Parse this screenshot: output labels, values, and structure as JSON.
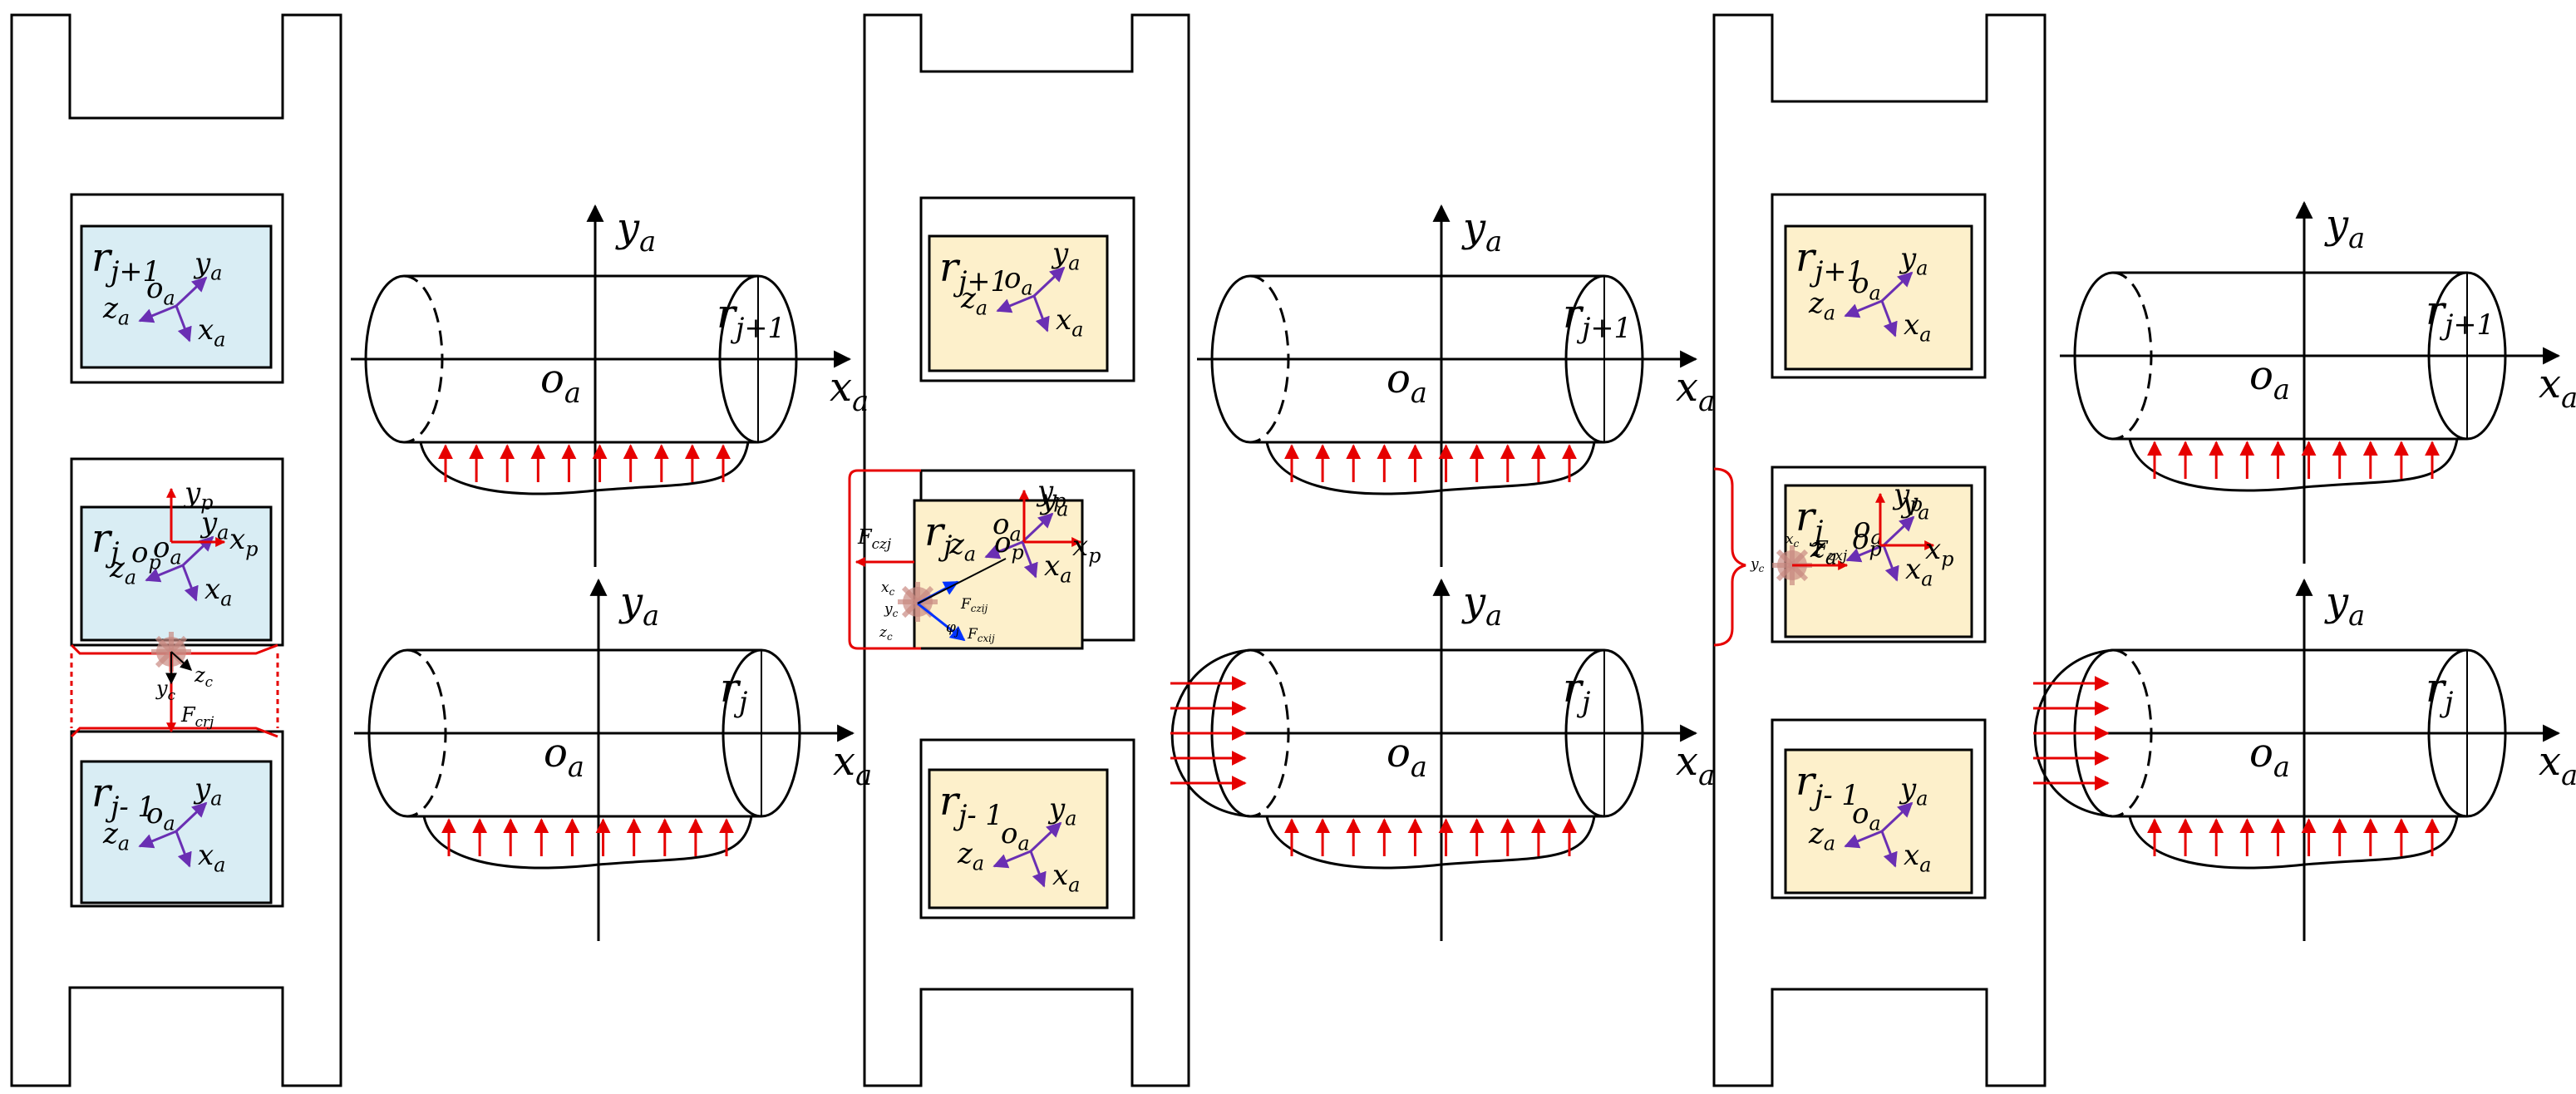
{
  "colors": {
    "stroke": "#000000",
    "force": "#e60000",
    "frame": "#6a2fb3",
    "blue_force": "#0033ff",
    "blue_box": "#d9edf4",
    "cream_box": "#fdf0cb",
    "contact": "#c98a82"
  },
  "labels": {
    "r_base": "r",
    "sub_j_plus_1": "j+1",
    "sub_j_plus_1_spaced": "j+ 1",
    "sub_j": "j",
    "sub_j_minus_1": "j- 1",
    "y": "y",
    "x": "x",
    "z": "z",
    "o": "o",
    "a": "a",
    "p": "p",
    "c": "c",
    "F": "F",
    "F_crj": "crj",
    "F_czj": "czj",
    "F_cxij": "cxij",
    "F_czij": "czij",
    "F_zxj": "zxj",
    "theta": "θ",
    "phi_j": "φ",
    "v_j": "j"
  }
}
